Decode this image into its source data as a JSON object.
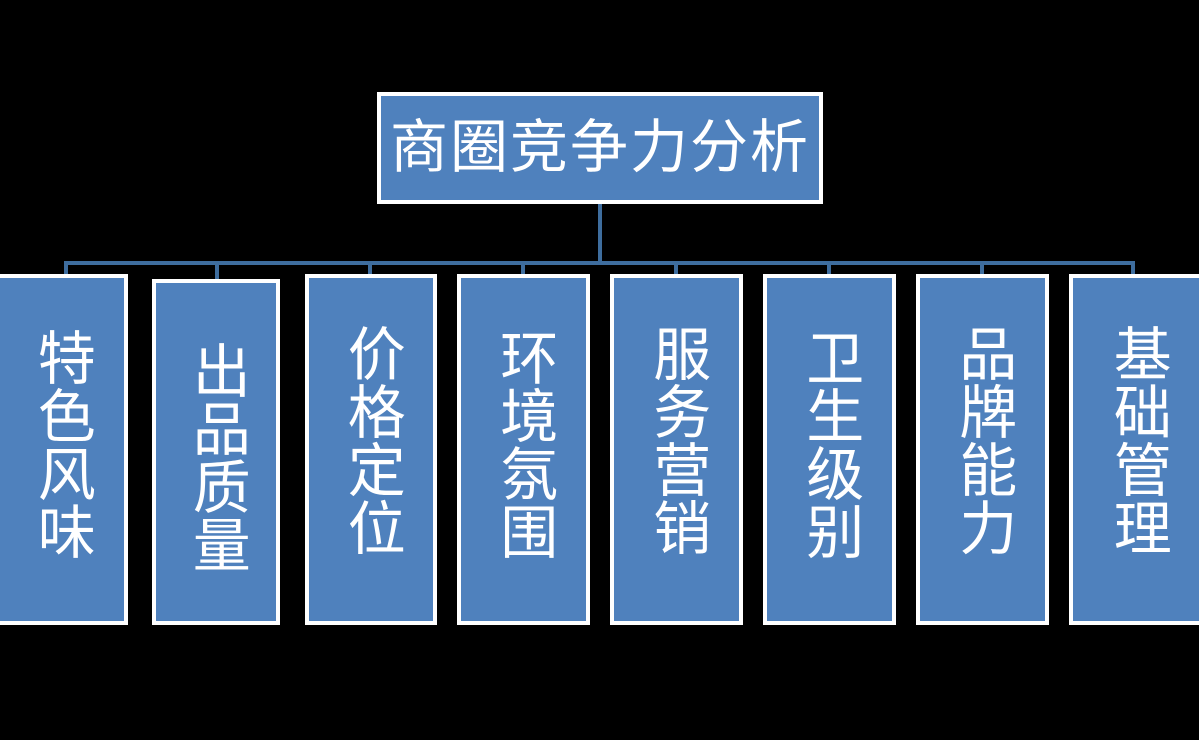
{
  "diagram": {
    "type": "organizational-hierarchy",
    "title": "商圈竞争力分析",
    "background_color": "#000000",
    "node_fill_color": "#4F81BD",
    "node_border_color": "#FFFFFF",
    "connector_color": "#3E6D9E",
    "text_color": "#FFFFFF",
    "root": {
      "label": "商圈竞争力分析",
      "orientation": "horizontal"
    },
    "children": [
      {
        "label": "特色风味",
        "orientation": "vertical"
      },
      {
        "label": "出品质量",
        "orientation": "vertical"
      },
      {
        "label": "价格定位",
        "orientation": "vertical"
      },
      {
        "label": "环境氛围",
        "orientation": "vertical"
      },
      {
        "label": "服务营销",
        "orientation": "vertical"
      },
      {
        "label": "卫生级别",
        "orientation": "vertical"
      },
      {
        "label": "品牌能力",
        "orientation": "vertical"
      },
      {
        "label": "基础管理",
        "orientation": "vertical"
      }
    ]
  }
}
